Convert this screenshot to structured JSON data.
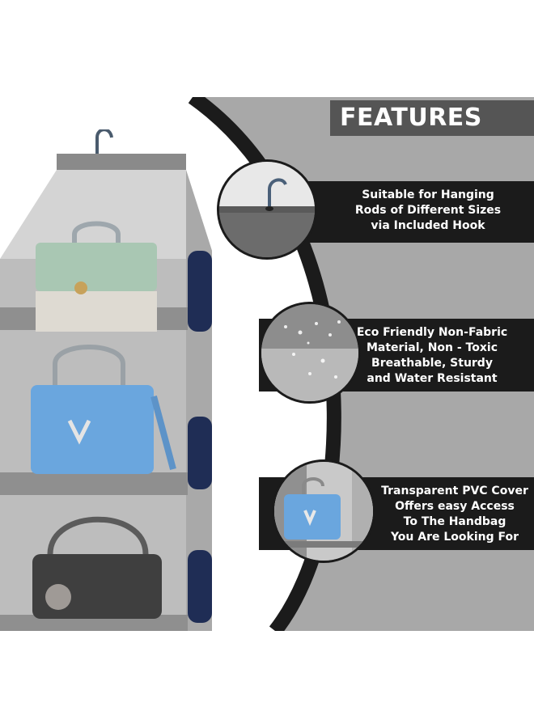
{
  "title": "FEATURES",
  "features": [
    {
      "icon": "hook-icon",
      "text": "Suitable for Hanging\nRods of Different Sizes\nvia Included Hook"
    },
    {
      "icon": "water-drops-icon",
      "text": "Eco Friendly Non-Fabric\nMaterial, Non - Toxic\nBreathable, Sturdy\nand Water Resistant"
    },
    {
      "icon": "transparent-pocket-icon",
      "text": "Transparent PVC Cover\nOffers easy Access\nTo The Handbag\nYou Are Looking For"
    }
  ],
  "colors": {
    "panel_gray": "#a8a8a8",
    "title_bg": "#555555",
    "bar_black": "#1b1b1b",
    "organizer_gray": "#8f8f8f",
    "bag_blue": "#6aa6de",
    "bag_green": "#a9c7b3",
    "bag_dark": "#3f3f3f",
    "side_bag_navy": "#1f2d55"
  }
}
